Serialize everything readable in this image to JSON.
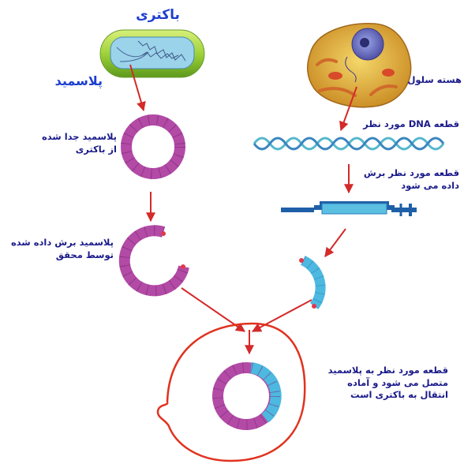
{
  "labels": {
    "bacteria": "باکتری",
    "plasmid": "پلاسمید",
    "cell_nucleus": "هسته سلول",
    "isolated_plasmid": [
      "پلاسمید جدا شده",
      "از باکتری"
    ],
    "dna_segment": "قطعه DNA مورد نظر",
    "cut_segment": [
      "قطعه مورد نظر برش",
      "داده می شود"
    ],
    "cut_plasmid": [
      "پلاسمید برش داده شده",
      "توسط محقق"
    ],
    "recombinant": [
      "قطعه مورد نظر به پلاسمید",
      "متصل می شود و آماده",
      "انتقال به باکتری است"
    ]
  },
  "icons": [
    "bacterium-icon",
    "animal-cell-icon",
    "plasmid-ring-icon",
    "dna-helix-icon",
    "dna-fragment-icon"
  ],
  "colors": {
    "plasmid": "#b24aa6",
    "insert": "#4db8e0",
    "arrow": "#d42a2a",
    "annotation_loop": "#e0321e",
    "text": "#1a1a8a",
    "title": "#1e3fd0"
  }
}
